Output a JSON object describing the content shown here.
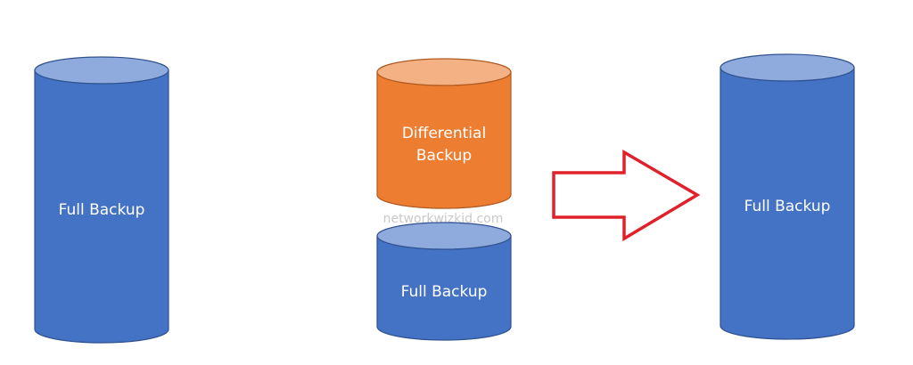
{
  "colors": {
    "blue_body": "#4472c4",
    "blue_top": "#8faadc",
    "blue_stroke": "#2f528f",
    "orange_body": "#ed7d31",
    "orange_top": "#f4b183",
    "orange_stroke": "#ae5a21",
    "arrow_stroke": "#e0202a",
    "label_text": "#ffffff",
    "watermark_text": "#c9c9c9"
  },
  "left_cylinder": {
    "label": "Full Backup"
  },
  "middle_top_cylinder": {
    "label_line1": "Differential",
    "label_line2": "Backup"
  },
  "watermark": {
    "text": "networkwizkid.com"
  },
  "middle_bottom_cylinder": {
    "label": "Full Backup"
  },
  "right_cylinder": {
    "label": "Full Backup"
  },
  "arrow": {
    "icon": "right-arrow-outline-icon"
  }
}
